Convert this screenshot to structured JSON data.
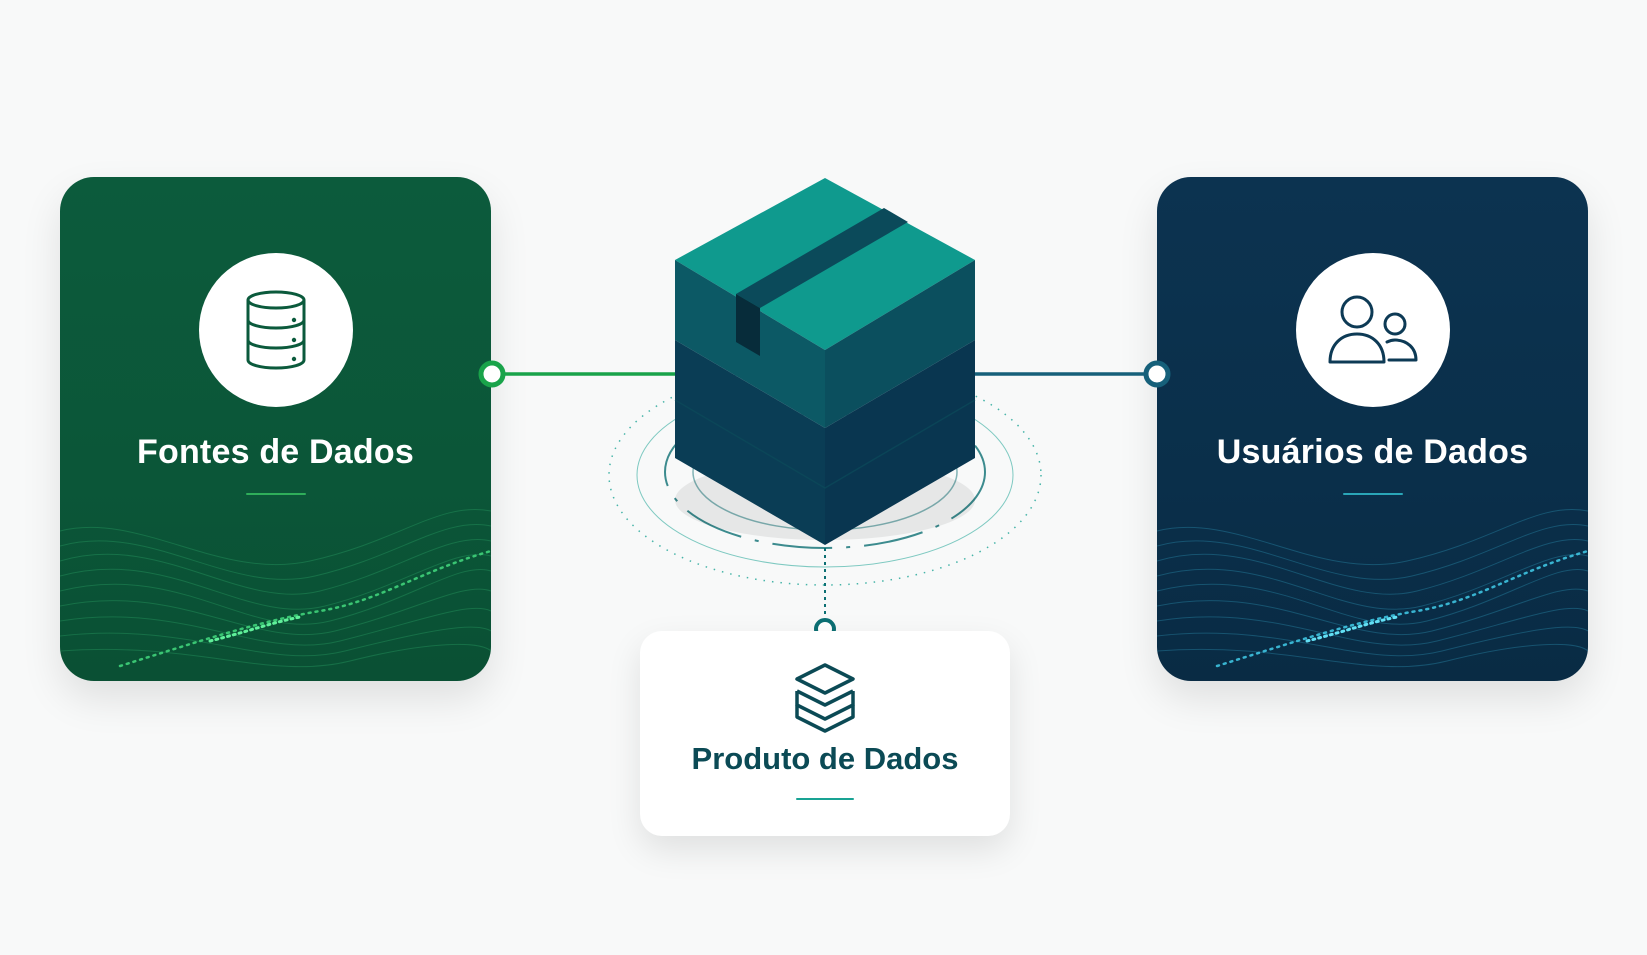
{
  "diagram": {
    "source_card": {
      "title": "Fontes de Dados",
      "icon": "database-icon",
      "color": "#0b5638",
      "accent": "#2fae5a"
    },
    "product_card": {
      "title": "Produto de Dados",
      "icon": "layers-icon",
      "accent": "#19a394",
      "text_color": "#0b4a55"
    },
    "users_card": {
      "title": "Usuários de Dados",
      "icon": "users-icon",
      "color": "#0a2f4a",
      "accent": "#2aa6b8"
    },
    "center": {
      "icon": "package-box-icon",
      "colors": {
        "top": "#0f9a8e",
        "front_upper": "#0c5965",
        "front_lower": "#0a3d55",
        "tape": "#0b4a5a"
      }
    },
    "connections": [
      {
        "from": "Fontes de Dados",
        "to": "package",
        "color": "#19a34a"
      },
      {
        "from": "package",
        "to": "Usuários de Dados",
        "color": "#16607a"
      },
      {
        "from": "package",
        "to": "Produto de Dados",
        "color": "#0c6f73"
      }
    ]
  }
}
